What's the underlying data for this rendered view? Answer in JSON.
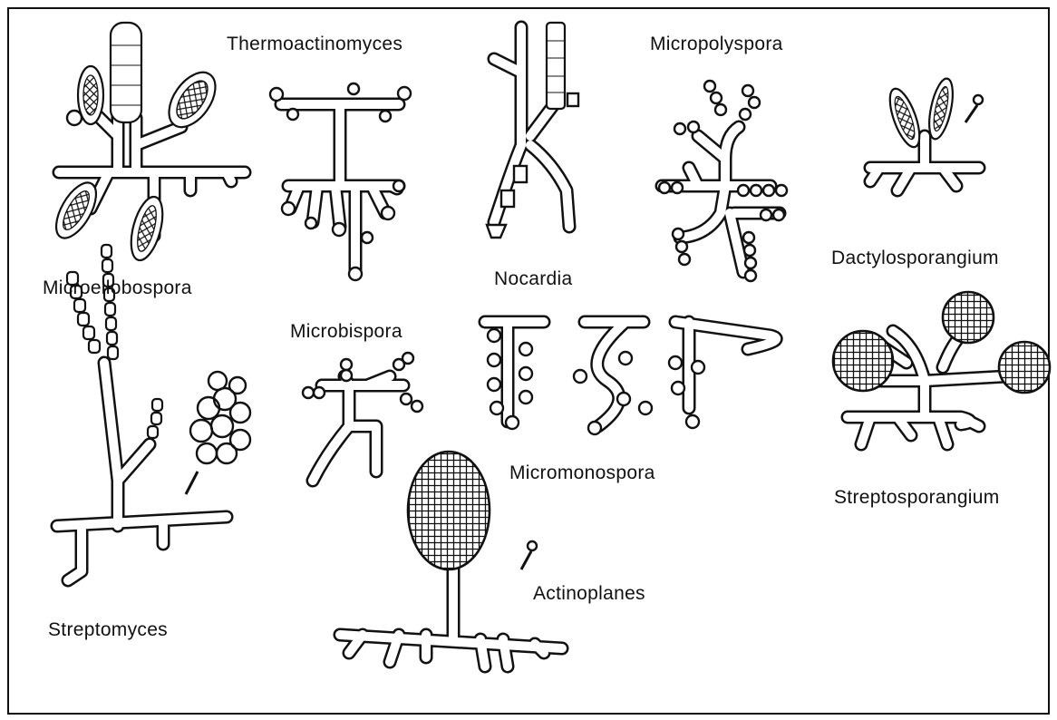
{
  "labels": {
    "thermoactinomyces": "Thermoactinomyces",
    "micropolyspora": "Micropolyspora",
    "microellobospora": "Microellobospora",
    "nocardia": "Nocardia",
    "dactylosporangium": "Dactylosporangium",
    "microbispora": "Microbispora",
    "micromonospora": "Micromonospora",
    "streptosporangium": "Streptosporangium",
    "actinoplanes": "Actinoplanes",
    "streptomyces": "Streptomyces"
  },
  "colors": {
    "ink": "#111111",
    "paper": "#ffffff"
  }
}
